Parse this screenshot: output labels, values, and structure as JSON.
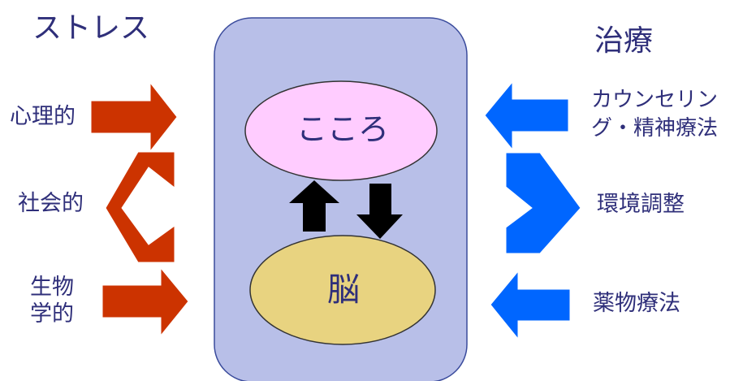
{
  "left": {
    "heading": "ストレス",
    "factors": [
      {
        "line1": "心理的",
        "line2": ""
      },
      {
        "line1": "社会的",
        "line2": ""
      },
      {
        "line1": "生物",
        "line2": "学的"
      }
    ]
  },
  "center": {
    "mind_label": "こころ",
    "brain_label": "脳"
  },
  "right": {
    "heading": "治療",
    "treatments": [
      {
        "line1": "カウンセリン",
        "line2": "グ・精神療法"
      },
      {
        "line1": "環境調整",
        "line2": ""
      },
      {
        "line1": "薬物療法",
        "line2": ""
      }
    ]
  },
  "colors": {
    "stress_arrow": "#cc3300",
    "treatment_arrow": "#0066ff",
    "panel": "#b8bfe8",
    "mind": "#ffccff",
    "brain": "#e8d380",
    "text": "#2f2f7a"
  }
}
